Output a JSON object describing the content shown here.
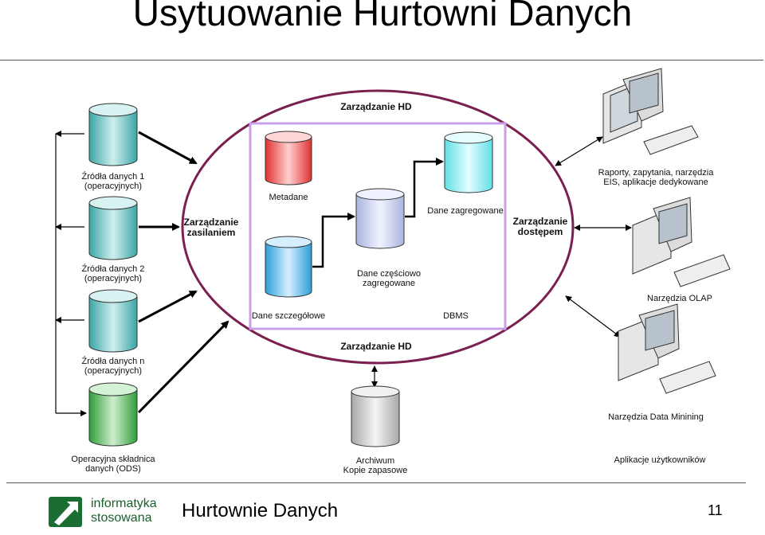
{
  "slide": {
    "title": "Usytuowanie Hurtowni Danych",
    "footer_title": "Hurtownie Danych",
    "page_number": "11",
    "logo": {
      "line1": "informatyka",
      "line2": "stosowana"
    }
  },
  "diagram": {
    "sources": [
      {
        "line1": "Źródła danych 1",
        "line2": "(operacyjnych)",
        "color": "#3aa6a6"
      },
      {
        "line1": "Źródła danych 2",
        "line2": "(operacyjnych)",
        "color": "#3aa6a6"
      },
      {
        "line1": "Źródła danych n",
        "line2": "(operacyjnych)",
        "color": "#3aa6a6"
      },
      {
        "line1": "Operacyjna składnica",
        "line2": "danych (ODS)",
        "color": "#2e9e3a"
      }
    ],
    "hd_management_top": "Zarządzanie HD",
    "hd_management_bottom": "Zarządzanie HD",
    "load_management": {
      "line1": "Zarządzanie",
      "line2": "zasilaniem"
    },
    "access_management": {
      "line1": "Zarządzanie",
      "line2": "dostępem"
    },
    "dbms": {
      "label": "DBMS",
      "metadata": {
        "label": "Metadane",
        "color": "#e03030"
      },
      "detailed": {
        "label": "Dane szczegółowe",
        "color": "#2a9fd8"
      },
      "partial": {
        "line1": "Dane częściowo",
        "line2": "zagregowane",
        "color": "#c0c8e8"
      },
      "aggregated": {
        "label": "Dane zagregowane",
        "color": "#5fe0e6"
      }
    },
    "archive": {
      "line1": "Archiwum",
      "line2": "Kopie zapasowe",
      "color": "#bdbdbd"
    },
    "clients": [
      {
        "line1": "Raporty, zapytania, narzędzia",
        "line2": "EIS, aplikacje dedykowane"
      },
      {
        "line1": "Narzędzia OLAP",
        "line2": ""
      },
      {
        "line1": "Narzędzia Data Minining",
        "line2": ""
      }
    ],
    "user_apps": "Aplikacje użytkowników",
    "colors": {
      "ellipse": "#7a1f4f",
      "dbms_box": "#c9a0e8"
    }
  }
}
